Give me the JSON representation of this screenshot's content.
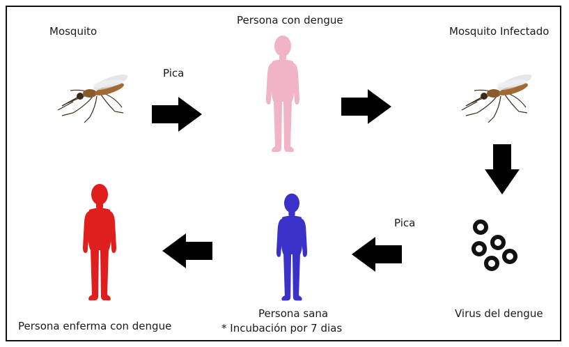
{
  "labels": {
    "mosquito": "Mosquito",
    "person_dengue": "Persona con dengue",
    "infected_mosquito": "Mosquito Infectado",
    "bite_top": "Pica",
    "bite_bottom": "Pica",
    "virus": "Virus del dengue",
    "healthy_person": "Persona sana",
    "incubation": "* Incubación por 7 dias",
    "sick_person": "Persona enferma con dengue"
  },
  "colors": {
    "person_dengue": "#f1b3c6",
    "healthy_person": "#3a32c8",
    "sick_person": "#e01e1e",
    "mosquito_body": "#8a5a2b",
    "arrow": "#000000"
  },
  "icons": {
    "mosquito": "mosquito-icon",
    "arrow": "arrow-icon",
    "virus": "virus-particle-icon",
    "person": "human-figure-icon"
  }
}
